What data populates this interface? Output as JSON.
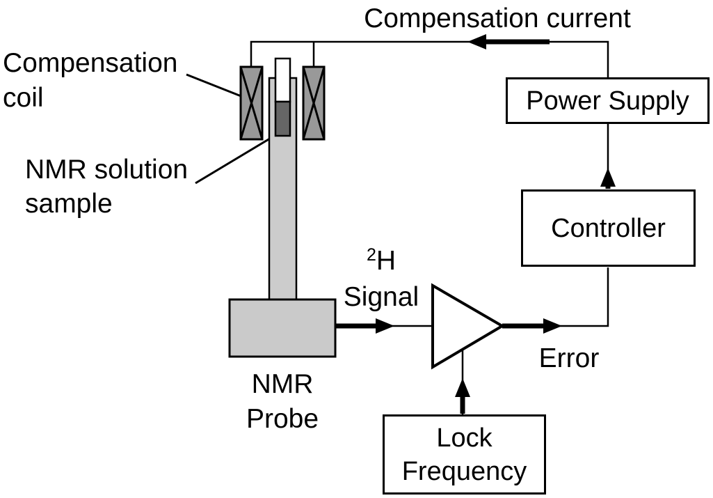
{
  "diagram": {
    "compensation_current_label": "Compensation current",
    "compensation_coil": {
      "line1": "Compensation",
      "line2": "coil"
    },
    "nmr_solution_sample": {
      "line1": "NMR solution",
      "line2": "sample"
    },
    "signal": {
      "superscript": "2",
      "isotope": "H",
      "word": "Signal"
    },
    "nmr_probe": {
      "line1": "NMR",
      "line2": "Probe"
    },
    "error_label": "Error",
    "boxes": {
      "power_supply": "Power Supply",
      "controller": "Controller",
      "lock_frequency": {
        "line1": "Lock",
        "line2": "Frequency"
      }
    },
    "colors": {
      "coil_fill": "#999999",
      "tube_fill": "#cccccc",
      "probe_fill": "#cacaca",
      "sample_fill": "#666666",
      "amplifier_fill": "#ffffff",
      "line_color": "#000000",
      "background": "#ffffff"
    }
  }
}
